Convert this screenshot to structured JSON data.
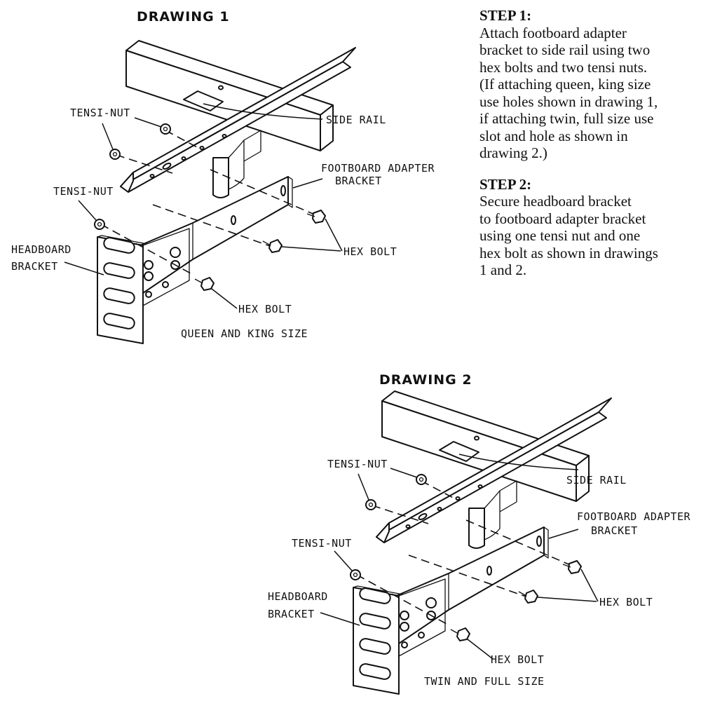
{
  "drawing1": {
    "title": "DRAWING 1",
    "labels": {
      "tensi_nut_top": "TENSI-NUT",
      "tensi_nut_left": "TENSI-NUT",
      "side_rail": "SIDE RAIL",
      "footboard_line1": "FOOTBOARD ADAPTER",
      "footboard_line2": "BRACKET",
      "hex_bolt_right": "HEX BOLT",
      "headboard_line1": "HEADBOARD",
      "headboard_line2": "BRACKET",
      "hex_bolt_bottom": "HEX BOLT",
      "caption": "QUEEN AND KING SIZE"
    }
  },
  "drawing2": {
    "title": "DRAWING 2",
    "labels": {
      "tensi_nut_top": "TENSI-NUT",
      "tensi_nut_left": "TENSI-NUT",
      "side_rail": "SIDE RAIL",
      "footboard_line1": "FOOTBOARD ADAPTER",
      "footboard_line2": "BRACKET",
      "hex_bolt_right": "HEX BOLT",
      "headboard_line1": "HEADBOARD",
      "headboard_line2": "BRACKET",
      "hex_bolt_bottom": "HEX BOLT",
      "caption": "TWIN AND FULL SIZE"
    }
  },
  "instructions": {
    "step1_heading": "STEP 1:",
    "step1_text": "Attach footboard adapter\nbracket to side rail using two\nhex bolts and two tensi nuts.\n(If attaching queen, king size\nuse holes shown in drawing 1,\nif attaching twin, full size use\nslot and hole as shown in\ndrawing 2.)",
    "step2_heading": "STEP 2:",
    "step2_text": "Secure headboard bracket\nto footboard adapter bracket\nusing one tensi nut and one\nhex bolt as shown in drawings\n1 and 2."
  }
}
